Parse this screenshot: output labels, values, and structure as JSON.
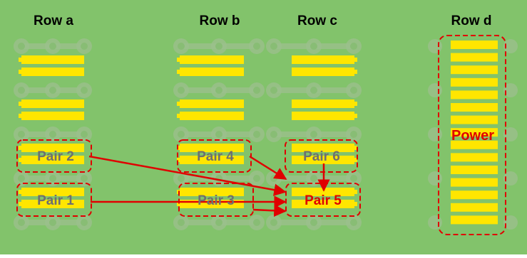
{
  "rows": {
    "a": "Row a",
    "b": "Row b",
    "c": "Row c",
    "d": "Row d"
  },
  "pairs": {
    "p1": "Pair 1",
    "p2": "Pair 2",
    "p3": "Pair 3",
    "p4": "Pair 4",
    "p5": "Pair 5",
    "p6": "Pair 6"
  },
  "power_label": "Power",
  "colors": {
    "board": "#82c36b",
    "pad": "#ffe600",
    "highlight": "#e00000",
    "pair_text": "#6f6f6f",
    "via_ring": "#9bbf8c"
  }
}
